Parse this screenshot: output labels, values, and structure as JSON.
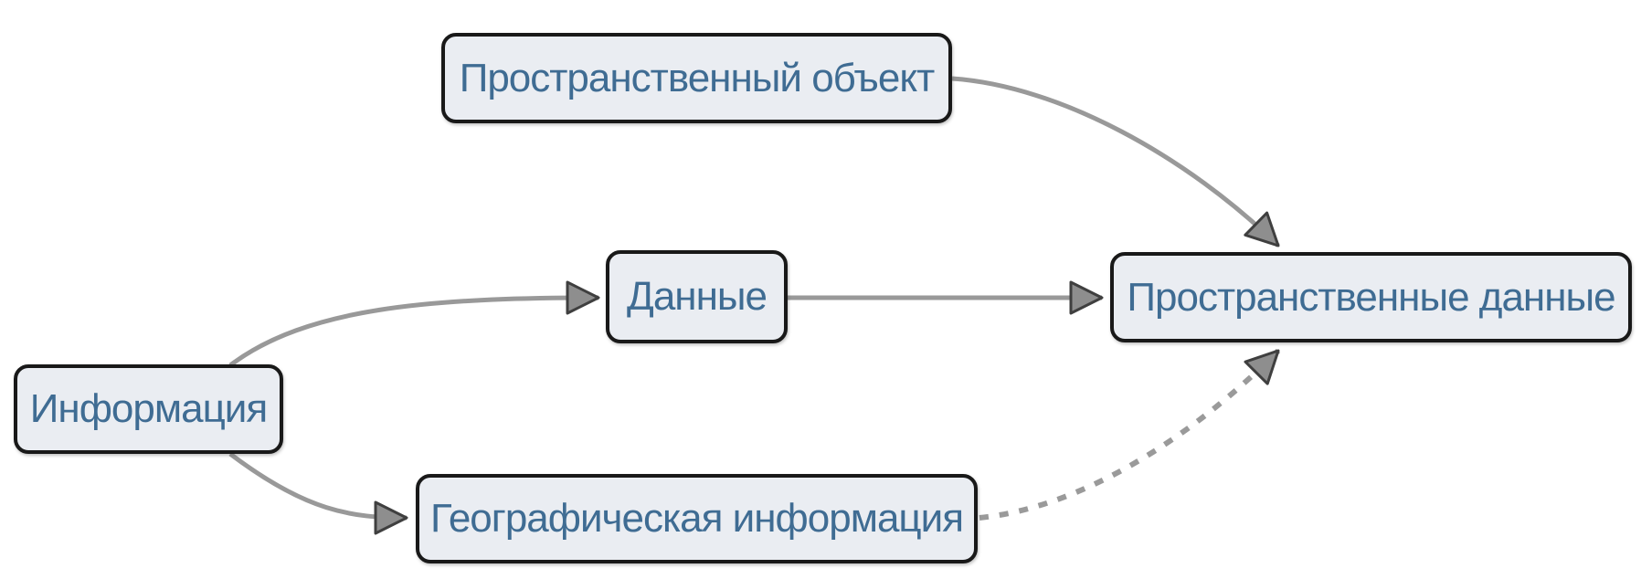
{
  "diagram": {
    "type": "flowchart",
    "background_color": "#ffffff",
    "node_fill_color": "#eaedf2",
    "node_border_color": "#191919",
    "node_text_color": "#3f6c93",
    "edge_color": "#999999",
    "arrowhead_fill_color": "#8e8e8e",
    "arrowhead_stroke_color": "#3f3f3f",
    "nodes": {
      "spatial_object": {
        "label": "Пространственный объект"
      },
      "data": {
        "label": "Данные"
      },
      "spatial_data": {
        "label": "Пространственные данные"
      },
      "information": {
        "label": "Информация"
      },
      "geographic_information": {
        "label": "Географическая информация"
      }
    },
    "edges": [
      {
        "from": "information",
        "to": "data",
        "style": "solid"
      },
      {
        "from": "data",
        "to": "spatial_data",
        "style": "solid"
      },
      {
        "from": "spatial_object",
        "to": "spatial_data",
        "style": "solid"
      },
      {
        "from": "information",
        "to": "geographic_information",
        "style": "solid"
      },
      {
        "from": "geographic_information",
        "to": "spatial_data",
        "style": "dotted"
      }
    ]
  }
}
